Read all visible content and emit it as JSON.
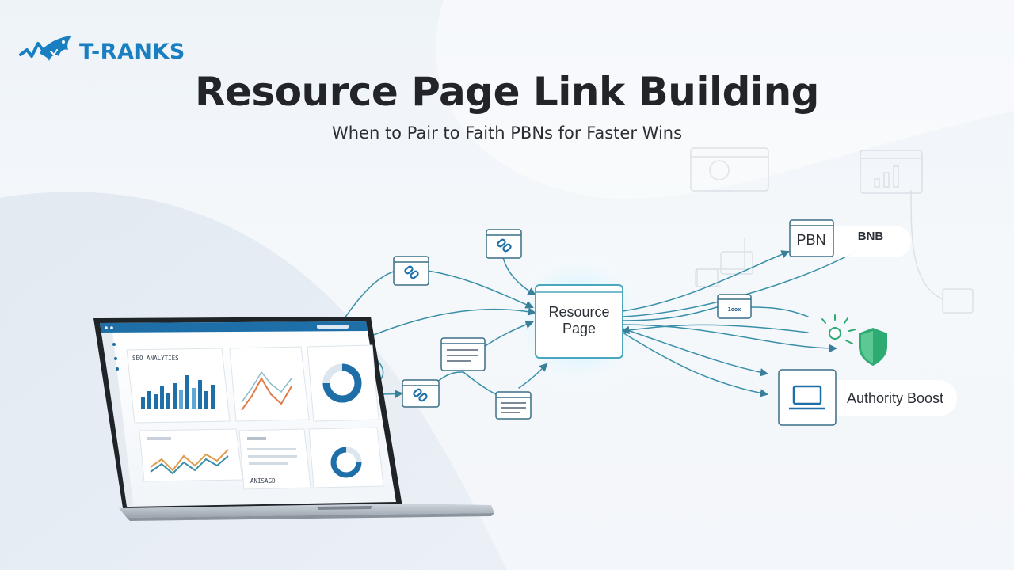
{
  "brand": {
    "name": "T-RANKS",
    "color": "#1a7fc1"
  },
  "hero": {
    "title": "Resource Page Link Building",
    "subtitle": "When to Pair to Faith PBNs for Faster Wins"
  },
  "diagram": {
    "hub_label_line1": "Resource",
    "hub_label_line2": "Page",
    "pbn_label": "PBN",
    "bnb_label": "BNB",
    "authority_label": "Authority Boost",
    "small_card_label": "1oox"
  },
  "laptop": {
    "analytics_label": "SEO ANALYTIES",
    "footer_label": "ANISAGD"
  },
  "colors": {
    "accent": "#1e6fa8",
    "teal": "#3a8fa8",
    "shield": "#2eab73",
    "orange": "#e07a4a",
    "title": "#222429"
  },
  "icons": [
    "logo-shark-icon",
    "link-icon",
    "list-icon",
    "laptop-icon",
    "shield-icon",
    "sparkle-icon",
    "bar-chart-icon"
  ]
}
